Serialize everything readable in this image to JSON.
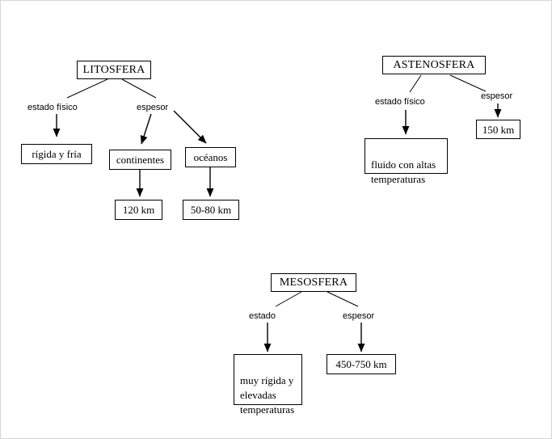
{
  "diagram": {
    "title_text": "",
    "background_color": "#ffffff",
    "line_color": "#000000",
    "box_border_color": "#000000",
    "groups": [
      {
        "id": "litosfera",
        "root": {
          "label": "LITOSFERA"
        },
        "branches": [
          {
            "edge_label": "estado físico",
            "nodes": [
              {
                "label": "rígida y fría"
              }
            ]
          },
          {
            "edge_label": "espesor",
            "nodes": [
              {
                "label": "continentes",
                "child": {
                  "label": "120 km"
                }
              },
              {
                "label": "océanos",
                "child": {
                  "label": "50-80 km"
                }
              }
            ]
          }
        ]
      },
      {
        "id": "astenosfera",
        "root": {
          "label": "ASTENOSFERA"
        },
        "branches": [
          {
            "edge_label": "estado físico",
            "nodes": [
              {
                "label": "fluido con altas\ntemperaturas"
              }
            ]
          },
          {
            "edge_label": "espesor",
            "nodes": [
              {
                "label": "150 km"
              }
            ]
          }
        ]
      },
      {
        "id": "mesosfera",
        "root": {
          "label": "MESOSFERA"
        },
        "branches": [
          {
            "edge_label": "estado",
            "nodes": [
              {
                "label": "muy rígida y\nelevadas\ntemperaturas"
              }
            ]
          },
          {
            "edge_label": "espesor",
            "nodes": [
              {
                "label": "450-750 km"
              }
            ]
          }
        ]
      }
    ]
  }
}
